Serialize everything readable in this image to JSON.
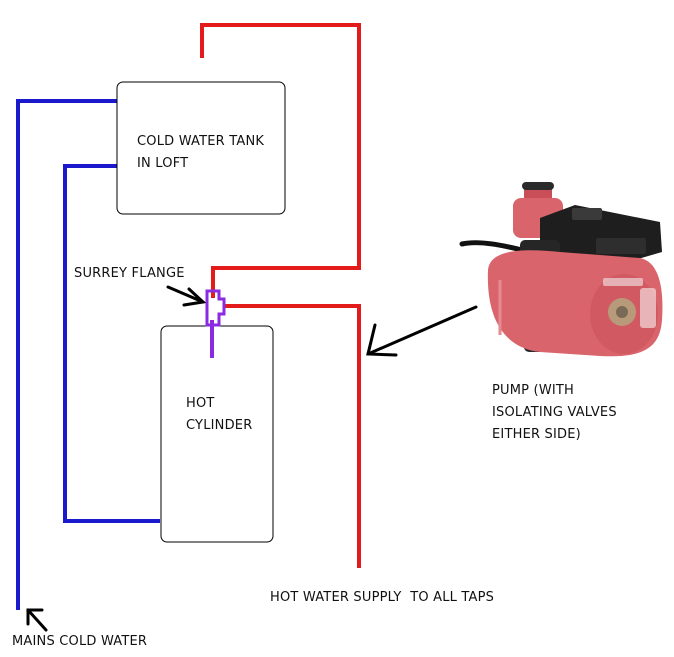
{
  "labels": {
    "cold_tank": [
      "COLD WATER TANK",
      "IN LOFT"
    ],
    "surrey_flange": "SURREY FLANGE",
    "hot_cylinder": [
      "HOT",
      "CYLINDER"
    ],
    "pump": [
      "PUMP (WITH",
      "ISOLATING VALVES",
      "EITHER SIDE)"
    ],
    "hot_supply": "HOT WATER SUPPLY  TO ALL TAPS",
    "mains": "MAINS COLD WATER"
  },
  "colors": {
    "hot_pipe": "#e31b1b",
    "cold_pipe": "#1a1acc",
    "flange": "#8a2be2",
    "pump_body": "#d9646b",
    "pump_head": "#1e1e1e",
    "arrow": "#000000"
  },
  "icons": {
    "pump": "circulating-pump-icon"
  }
}
